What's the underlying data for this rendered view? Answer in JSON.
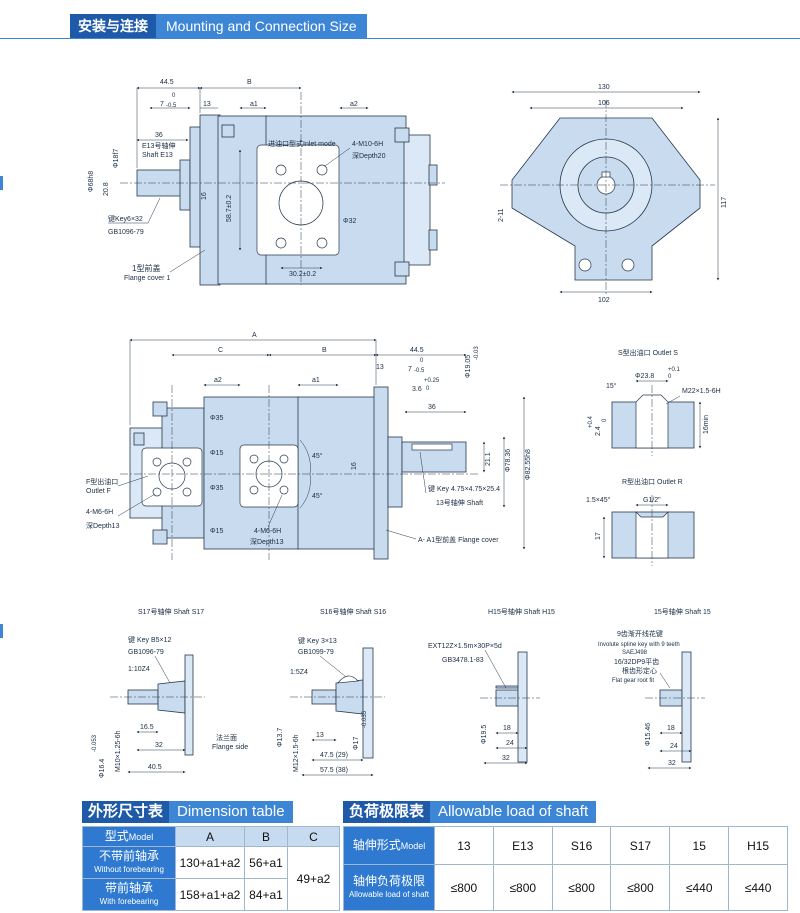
{
  "header": {
    "title_cn": "安装与连接",
    "title_en": "Mounting and Connection Size"
  },
  "top_view": {
    "dims": {
      "d44_5": "44.5",
      "B": "B",
      "d7_sup": "0",
      "d7": "7",
      "d7_sub": "-0.5",
      "d13": "13",
      "a1": "a1",
      "a2": "a2",
      "d36": "36",
      "phi18": "Φ18f7",
      "phi68": "Φ68h8",
      "d20_8": "20.8",
      "d16": "16",
      "d58_7": "58.7±0.2",
      "phi32": "Φ32",
      "d30_2": "30.2±0.2"
    },
    "labels": {
      "shaft_cn": "E13号轴伸",
      "shaft_en": "Shaft E13",
      "key": "键Key6×32",
      "gb": "GB1096-79",
      "inlet": "进油口型式Inlet mode",
      "thread": "4-M10-6H",
      "depth": "深Depth20",
      "flange_cn": "1型前盖",
      "flange_en": "Flange cover 1"
    }
  },
  "end_view": {
    "dims": {
      "d130": "130",
      "d106": "106",
      "d117": "117",
      "d2_11": "2-11",
      "d102": "102"
    }
  },
  "side_view": {
    "dims": {
      "A": "A",
      "C": "C",
      "B": "B",
      "d44_5": "44.5",
      "d13": "13",
      "d7_sup": "0",
      "d7": "7",
      "d7_sub": "-0.5",
      "a2": "a2",
      "a1": "a1",
      "phi19": "Φ19.05",
      "phi19_tol": "-0.03",
      "plus025": "+0.25",
      "d3_6": "3.6",
      "d3_6_sup": "0",
      "d36": "36",
      "phi35a": "Φ35",
      "phi15a": "Φ15",
      "phi35b": "Φ35",
      "phi15b": "Φ15",
      "a45a": "45°",
      "a45b": "45°",
      "d21_1": "21.1",
      "d16": "16",
      "phi78": "Φ78.36",
      "phi82": "Φ82.55h8"
    },
    "labels": {
      "outlet_cn": "F型出油口",
      "outlet_en": "Outlet F",
      "thread_l": "4-M6-6H",
      "depth_l": "深Depth13",
      "thread_r": "4-M6-6H",
      "depth_r": "深Depth13",
      "key": "键 Key 4.75×4.75×25.4",
      "shaft": "13号轴伸 Shaft",
      "cover": "A- A1型前盖 Flange cover"
    }
  },
  "outlet_s": {
    "title": "S型出油口 Outlet S",
    "dims": {
      "phi23": "Φ23.8",
      "tol": "+0.1",
      "tol0": "0",
      "a15": "15°",
      "m22": "M22×1.5-6H",
      "d2_4": "2.4",
      "tol24": "+0.4",
      "tol240": "0",
      "d16": "16min"
    }
  },
  "outlet_r": {
    "title": "R型出油口 Outlet R",
    "dims": {
      "chamfer": "1.5×45°",
      "g12": "G1/2\"",
      "d17": "17"
    }
  },
  "shaft_s17": {
    "title": "S17号轴伸 Shaft S17",
    "dims": {
      "key": "键 Key B5×12",
      "gb": "GB1096-79",
      "taper": "1:10Z4",
      "d16_5": "16.5",
      "d32": "32",
      "d40_5": "40.5",
      "phi16": "Φ16.4",
      "phi16_tol": "-0.053",
      "m10": "M10×1.25-6h",
      "flange": "法兰面",
      "flange_en": "Flange side"
    }
  },
  "shaft_s16": {
    "title": "S16号轴伸 Shaft S16",
    "dims": {
      "key": "键 Key 3×13",
      "gb": "GB1099-79",
      "taper": "1:5Z4",
      "phi13": "Φ13.7",
      "m12": "M12×1.5-6h",
      "d13": "13",
      "phi17": "Φ17",
      "phi17_tol": "-0.035",
      "d47_5": "47.5 (29)",
      "d57_5": "57.5 (38)"
    }
  },
  "shaft_h15": {
    "title": "H15号轴伸 Shaft H15",
    "dims": {
      "ext": "EXT12Z×1.5m×30P×5d",
      "gb": "GB3478.1-83",
      "d18": "18",
      "d24": "24",
      "d32": "32",
      "phi19_5": "Φ19.5"
    }
  },
  "shaft_15": {
    "title": "15号轴伸 Shaft 15",
    "dims": {
      "spline_cn": "9齿渐开线花键",
      "spline_en": "Involute spline key with 9 teeth",
      "saej": "SAEJ498",
      "root_cn": "16/32DP9平齿",
      "root_cn2": "根齿形定心",
      "root_en": "Flat gear root fit",
      "d18": "18",
      "d24": "24",
      "d32": "32",
      "phi15_46": "Φ15.46"
    }
  },
  "dimension_table": {
    "title_cn": "外形尺寸表",
    "title_en": "Dimension table",
    "model_cn": "型式",
    "model_en": "Model",
    "colA": "A",
    "colB": "B",
    "colC": "C",
    "row1_cn": "不带前轴承",
    "row1_en": "Without forebearing",
    "row1_a": "130+a1+a2",
    "row1_b": "56+a1",
    "row2_cn": "带前轴承",
    "row2_en": "With forebearing",
    "row2_a": "158+a1+a2",
    "row2_b": "84+a1",
    "c_val": "49+a2"
  },
  "load_table": {
    "title_cn": "负荷极限表",
    "title_en": "Allowable load of shaft",
    "head_cn": "轴伸形式",
    "head_en": "Model",
    "load_cn": "轴伸负荷极限",
    "load_en": "Allowable load of shaft",
    "cols": [
      "13",
      "E13",
      "S16",
      "S17",
      "15",
      "H15"
    ],
    "vals": [
      "≤800",
      "≤800",
      "≤800",
      "≤800",
      "≤440",
      "≤440"
    ]
  }
}
